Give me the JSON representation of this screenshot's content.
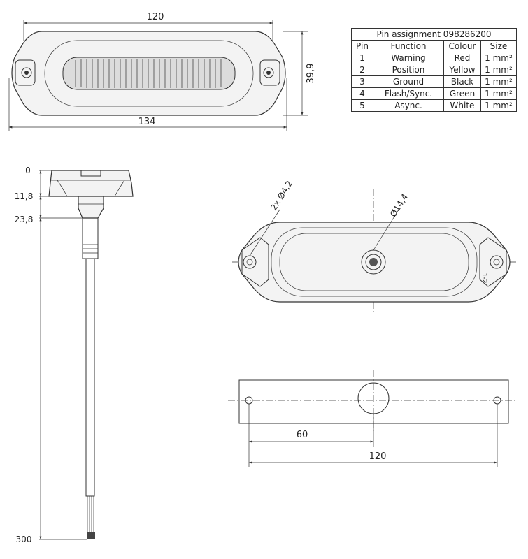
{
  "pin_table": {
    "title": "Pin assignment 098286200",
    "headers": [
      "Pin",
      "Function",
      "Colour",
      "Size"
    ],
    "rows": [
      [
        "1",
        "Warning",
        "Red",
        "1 mm²"
      ],
      [
        "2",
        "Position",
        "Yellow",
        "1 mm²"
      ],
      [
        "3",
        "Ground",
        "Black",
        "1 mm²"
      ],
      [
        "4",
        "Flash/Sync.",
        "Green",
        "1 mm²"
      ],
      [
        "5",
        "Async.",
        "White",
        "1 mm²"
      ]
    ]
  },
  "top_view": {
    "dim_inner_width": "120",
    "dim_outer_width": "134",
    "dim_height": "39,9"
  },
  "side_view": {
    "levels": [
      "0",
      "11,8",
      "23,8",
      "300"
    ]
  },
  "rear_view": {
    "hole_label": "2x Ø4,2",
    "center_label": "Ø14,4",
    "pin_marker": "1-2"
  },
  "drilling_template": {
    "dim_half": "60",
    "dim_full": "120"
  }
}
